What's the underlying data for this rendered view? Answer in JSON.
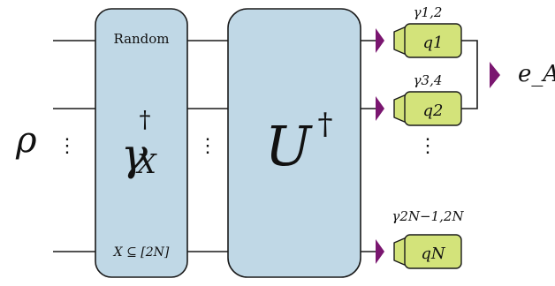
{
  "input_state": "ρ",
  "random_block": {
    "header": "Random",
    "operator_base": "γ",
    "operator_dagger": "†",
    "operator_subscript": "X",
    "footer": "X ⊆ [2N]"
  },
  "unitary_block": {
    "operator_base": "U",
    "operator_dagger": "†"
  },
  "vertical_ellipsis": "⋮",
  "measurements": [
    {
      "pair_label": "γ1,2",
      "qubit_label": "q1"
    },
    {
      "pair_label": "γ3,4",
      "qubit_label": "q2"
    },
    {
      "pair_label": "γ2N−1,2N",
      "qubit_label": "qN"
    }
  ],
  "output_label": "e_A",
  "colors": {
    "block_fill": "#c0d8e6",
    "block_stroke": "#1a1a1a",
    "detector_fill": "#d3e37a",
    "detector_stroke": "#1a1a1a",
    "marker_fill": "#7a1670",
    "line": "#1a1a1a"
  }
}
